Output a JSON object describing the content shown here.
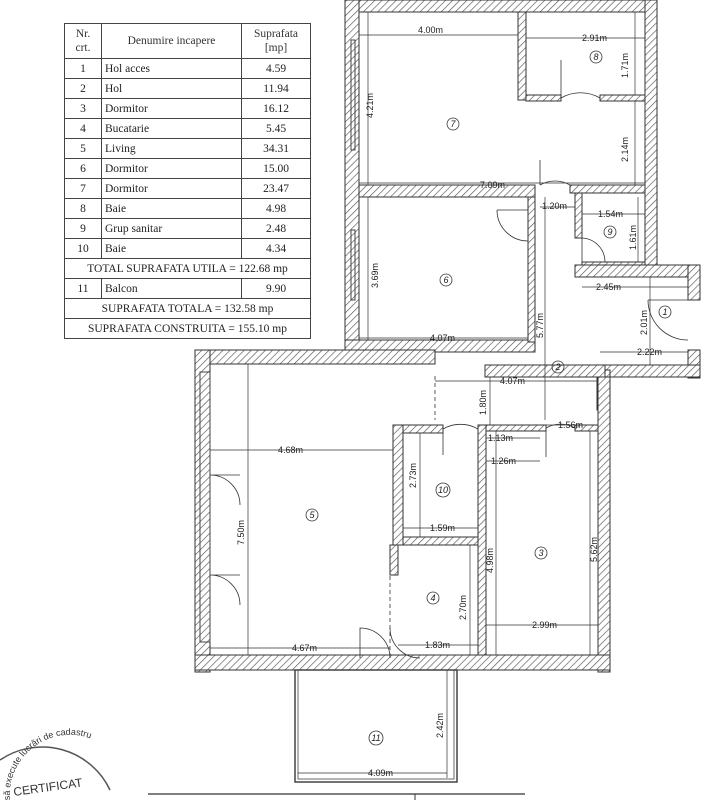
{
  "legend": {
    "headers": {
      "nr": "Nr. crt.",
      "name": "Denumire incapere",
      "area": "Suprafata [mp]"
    },
    "rows": [
      {
        "nr": "1",
        "name": "Hol acces",
        "area": "4.59"
      },
      {
        "nr": "2",
        "name": "Hol",
        "area": "11.94"
      },
      {
        "nr": "3",
        "name": "Dormitor",
        "area": "16.12"
      },
      {
        "nr": "4",
        "name": "Bucatarie",
        "area": "5.45"
      },
      {
        "nr": "5",
        "name": "Living",
        "area": "34.31"
      },
      {
        "nr": "6",
        "name": "Dormitor",
        "area": "15.00"
      },
      {
        "nr": "7",
        "name": "Dormitor",
        "area": "23.47"
      },
      {
        "nr": "8",
        "name": "Baie",
        "area": "4.98"
      },
      {
        "nr": "9",
        "name": "Grup sanitar",
        "area": "2.48"
      },
      {
        "nr": "10",
        "name": "Baie",
        "area": "4.34"
      }
    ],
    "total_utila": "TOTAL SUPRAFATA UTILA = 122.68 mp",
    "balcon": {
      "nr": "11",
      "name": "Balcon",
      "area": "9.90"
    },
    "total": "SUPRAFATA TOTALA = 132.58 mp",
    "construita": "SUPRAFATA CONSTRUITA = 155.10 mp"
  },
  "plan": {
    "rooms": [
      "7",
      "8",
      "6",
      "9",
      "1",
      "2",
      "10",
      "5",
      "4",
      "3",
      "11"
    ],
    "dims": [
      "4.00m",
      "2.91m",
      "1.71m",
      "4.21m",
      "2.14m",
      "7.09m",
      "1.20m",
      "1.54m",
      "1.61m",
      "3.69m",
      "5.77m",
      "2.45m",
      "2.01m",
      "2.22m",
      "4.07m",
      "4.07m",
      "1.80m",
      "1.13m",
      "1.56m",
      "1.26m",
      "4.68m",
      "2.73m",
      "4.98m",
      "5.62m",
      "7.50m",
      "1.59m",
      "2.70m",
      "2.99m",
      "4.67m",
      "1.83m",
      "2.42m",
      "4.09m"
    ]
  },
  "stamp": {
    "arc_text": "să execute lucrări de cadastru",
    "title": "CERTIFICAT"
  }
}
